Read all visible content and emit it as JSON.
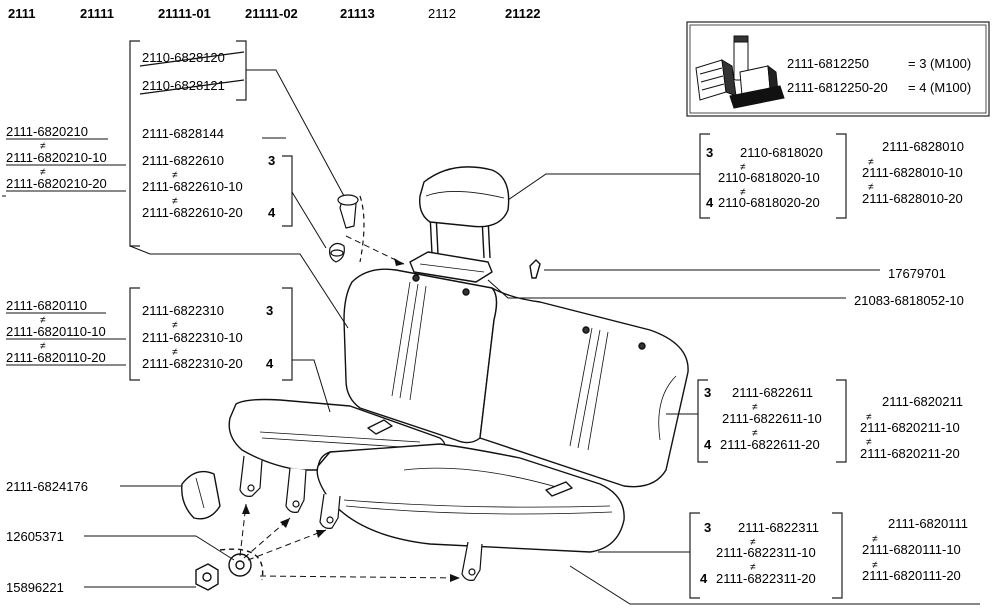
{
  "header": {
    "models": [
      {
        "label": "2111",
        "bold": true
      },
      {
        "label": "21111",
        "bold": true
      },
      {
        "label": "21111-01",
        "bold": true
      },
      {
        "label": "21111-02",
        "bold": true
      },
      {
        "label": "21113",
        "bold": true
      },
      {
        "label": "2112",
        "bold": false
      },
      {
        "label": "21122",
        "bold": true
      }
    ]
  },
  "sealant_box": {
    "lines": [
      {
        "part": "2111-6812250",
        "qty": "= 3 (M100)"
      },
      {
        "part": "2111-6812250-20",
        "qty": "= 4 (M100)"
      }
    ]
  },
  "left_groups": {
    "cover_bracket": {
      "struck": [
        "2110-6828120",
        "2110-6828121"
      ],
      "items": [
        {
          "part": "2111-6828144",
          "tag": ""
        },
        {
          "part": "2111-6822610",
          "tag": "3"
        },
        {
          "part": "2111-6822610-10",
          "tag": ""
        },
        {
          "part": "2111-6822610-20",
          "tag": "4"
        }
      ]
    },
    "back_assembly": [
      "2111-6820210",
      "2111-6820210-10",
      "2111-6820210-20"
    ],
    "cushion_bracket": {
      "items": [
        {
          "part": "2111-6822310",
          "tag": "3"
        },
        {
          "part": "2111-6822310-10",
          "tag": ""
        },
        {
          "part": "2111-6822310-20",
          "tag": "4"
        }
      ]
    },
    "cushion_assembly": [
      "2111-6820110",
      "2111-6820110-10",
      "2111-6820110-20"
    ],
    "single": [
      "2111-6824176",
      "12605371",
      "15896221"
    ]
  },
  "right_groups": {
    "headrest": {
      "items": [
        {
          "tag": "3",
          "part": "2110-6818020"
        },
        {
          "tag": "",
          "part": "2110-6818020-10"
        },
        {
          "tag": "4",
          "part": "2110-6818020-20"
        }
      ],
      "side": [
        "2111-6828010",
        "2111-6828010-10",
        "2111-6828010-20"
      ]
    },
    "single": [
      "17679701",
      "21083-6818052-10"
    ],
    "backrest": {
      "items": [
        {
          "tag": "3",
          "part": "2111-6822611"
        },
        {
          "tag": "",
          "part": "2111-6822611-10"
        },
        {
          "tag": "4",
          "part": "2111-6822611-20"
        }
      ],
      "side": [
        "2111-6820211",
        "2111-6820211-10",
        "2111-6820211-20"
      ]
    },
    "cushion": {
      "items": [
        {
          "tag": "3",
          "part": "2111-6822311"
        },
        {
          "tag": "",
          "part": "2111-6822311-10"
        },
        {
          "tag": "4",
          "part": "2111-6822311-20"
        }
      ],
      "side": [
        "2111-6820111",
        "2111-6820111-10",
        "2111-6820111-20"
      ]
    }
  }
}
